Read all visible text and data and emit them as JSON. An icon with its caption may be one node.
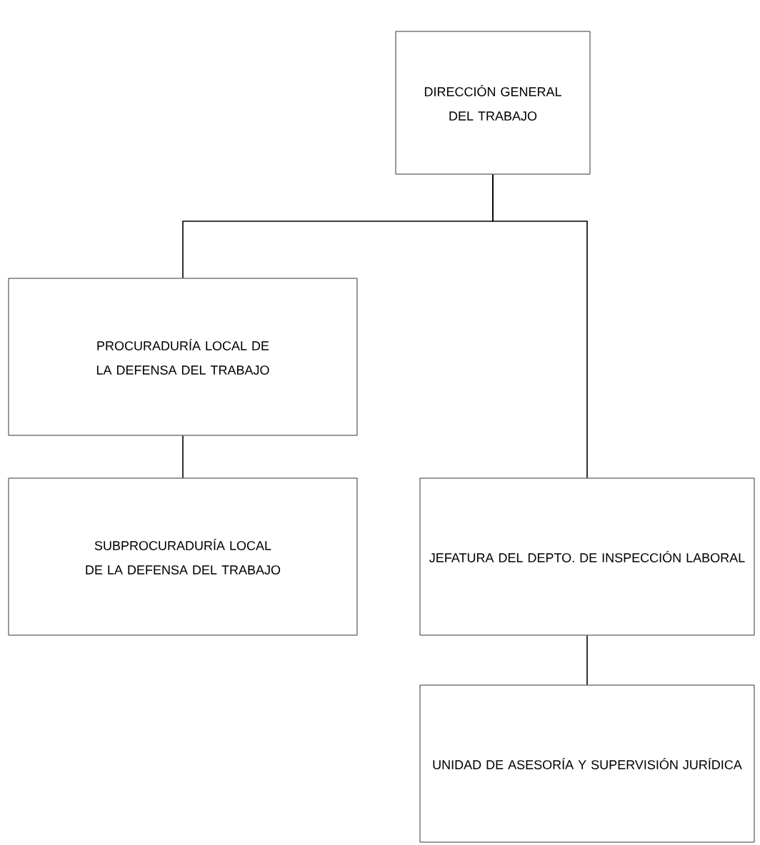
{
  "diagram": {
    "nodes": [
      {
        "text": [
          "DIRECCIÓN GENERAL DEL TRABAJO"
        ]
      },
      {
        "text": [
          "PROCURADURÍA LOCAL DE LA DEFENSA DEL TRABAJO"
        ]
      },
      {
        "text": [
          "SUBPROCURADURÍA LOCAL DE LA DEFENSA DEL TRABAJO"
        ]
      },
      {
        "text": [
          "JEFATURA DEL DEPTO. DE INSPECCIÓN LABORAL"
        ]
      },
      {
        "text": [
          "UNIDAD DE ASESORÍA Y SUPERVISIÓN JURÍDICA"
        ]
      }
    ],
    "edges": [
      {
        "from": 0,
        "to": 1,
        "arrow": "none"
      },
      {
        "from": 0,
        "to": 3,
        "arrow": "none"
      },
      {
        "from": 1,
        "to": 2,
        "arrow": "none"
      },
      {
        "from": 3,
        "to": 4,
        "arrow": "none"
      }
    ]
  }
}
